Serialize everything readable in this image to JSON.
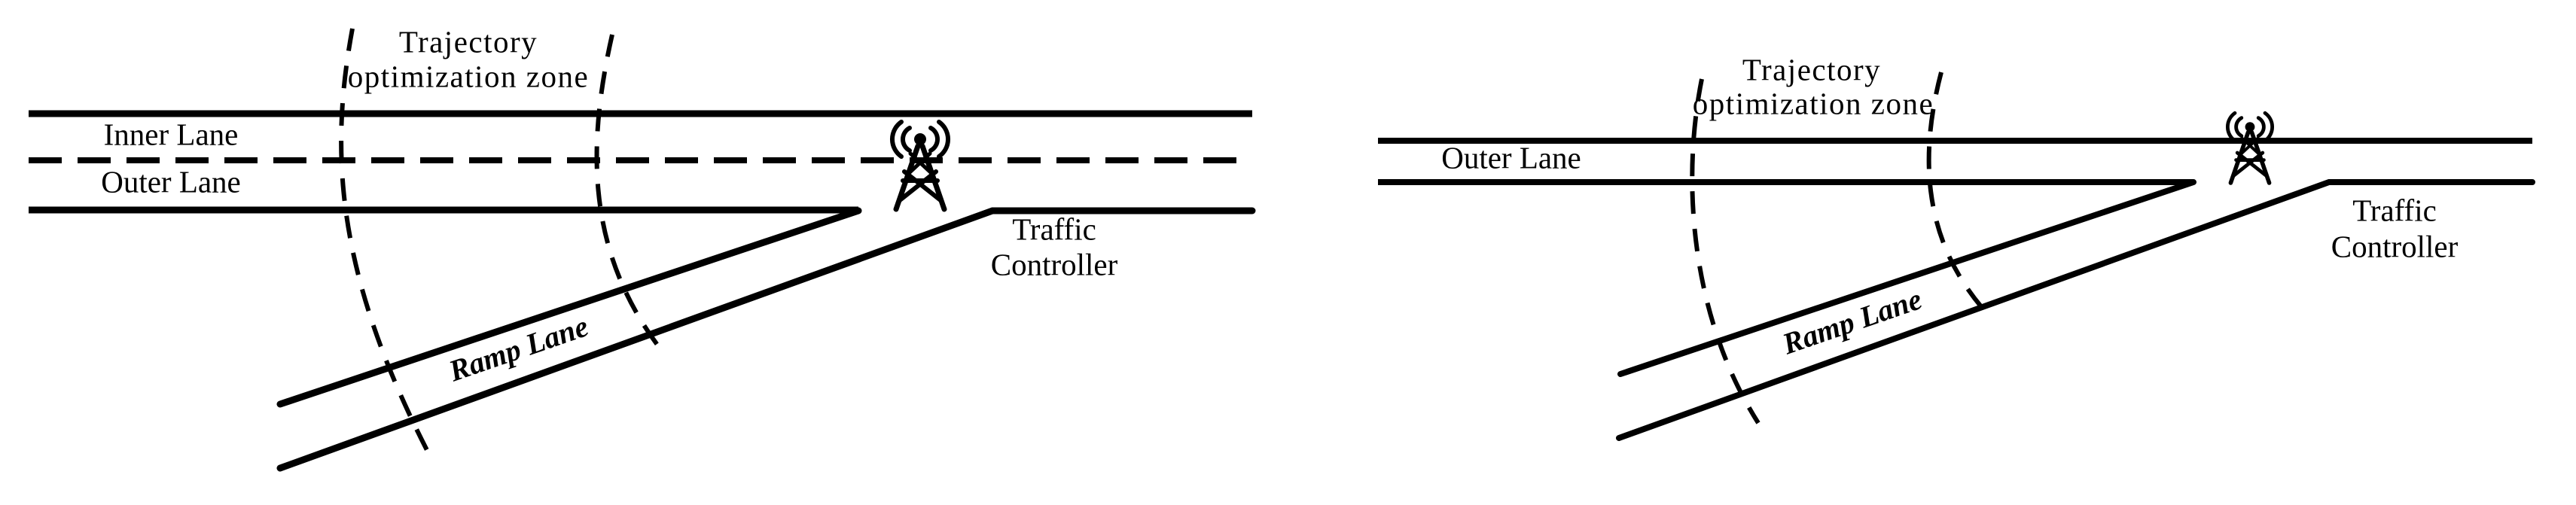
{
  "colors": {
    "ink": "#000000",
    "background": "#ffffff"
  },
  "panels": {
    "left": {
      "zone_label_line1": "Trajectory",
      "zone_label_line2": "optimization zone",
      "inner_lane_label": "Inner Lane",
      "outer_lane_label": "Outer Lane",
      "ramp_lane_label": "Ramp Lane",
      "controller_label_line1": "Traffic",
      "controller_label_line2": "Controller"
    },
    "right": {
      "zone_label_line1": "Trajectory",
      "zone_label_line2": "optimization zone",
      "outer_lane_label": "Outer Lane",
      "ramp_lane_label": "Ramp Lane",
      "controller_label_line1": "Traffic",
      "controller_label_line2": "Controller"
    }
  }
}
